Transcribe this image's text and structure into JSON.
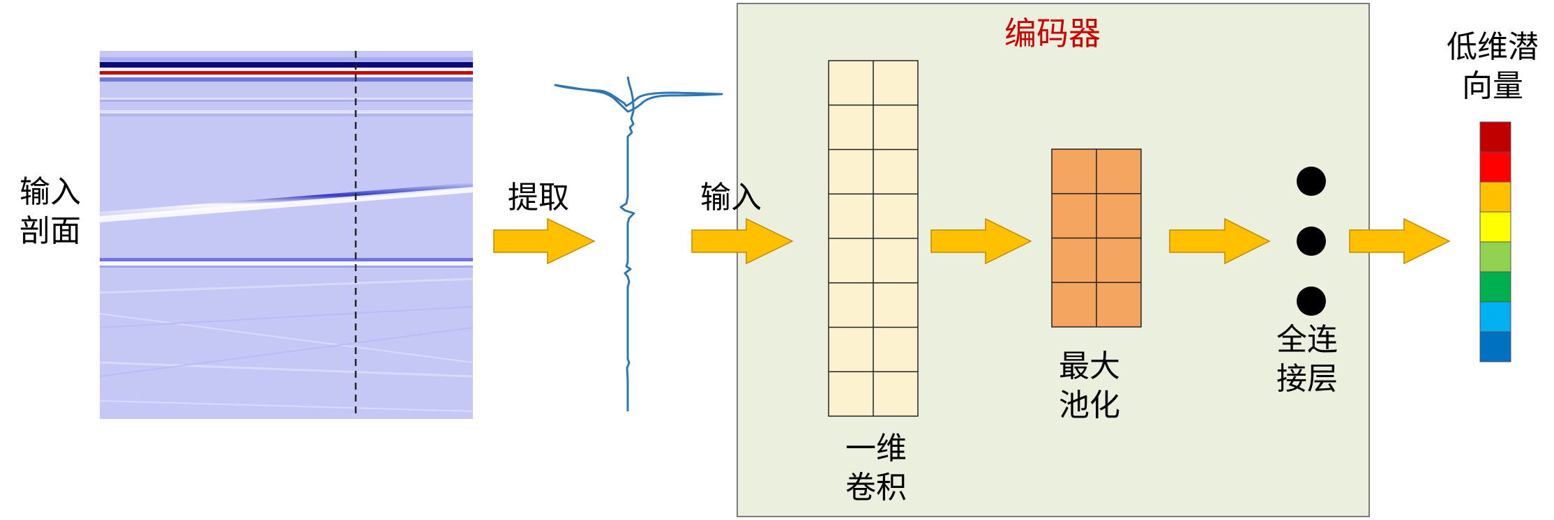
{
  "labels": {
    "input_profile": [
      "输入",
      "剖面"
    ],
    "extract": "提取",
    "input": "输入",
    "encoder": "编码器",
    "conv1d": [
      "一维",
      "卷积"
    ],
    "maxpool": [
      "最大",
      "池化"
    ],
    "fc": [
      "全连",
      "接层"
    ],
    "latent": [
      "低维潜",
      "向量"
    ]
  },
  "colors": {
    "encoder_bg": "#ebefdd",
    "encoder_border": "#7a7a7a",
    "encoder_title": "#cc0000",
    "arrow_fill": "#ffc000",
    "arrow_stroke": "#c08a00",
    "conv_cell": "#fdf2d0",
    "pool_cell": "#f4a45e",
    "seismic_bg": "#c5c8f7",
    "trace": "#2e75b6",
    "latent_vector": [
      "#c00000",
      "#ff0000",
      "#ffc000",
      "#ffff00",
      "#92d050",
      "#00b050",
      "#00b0f0",
      "#0070c0"
    ]
  }
}
